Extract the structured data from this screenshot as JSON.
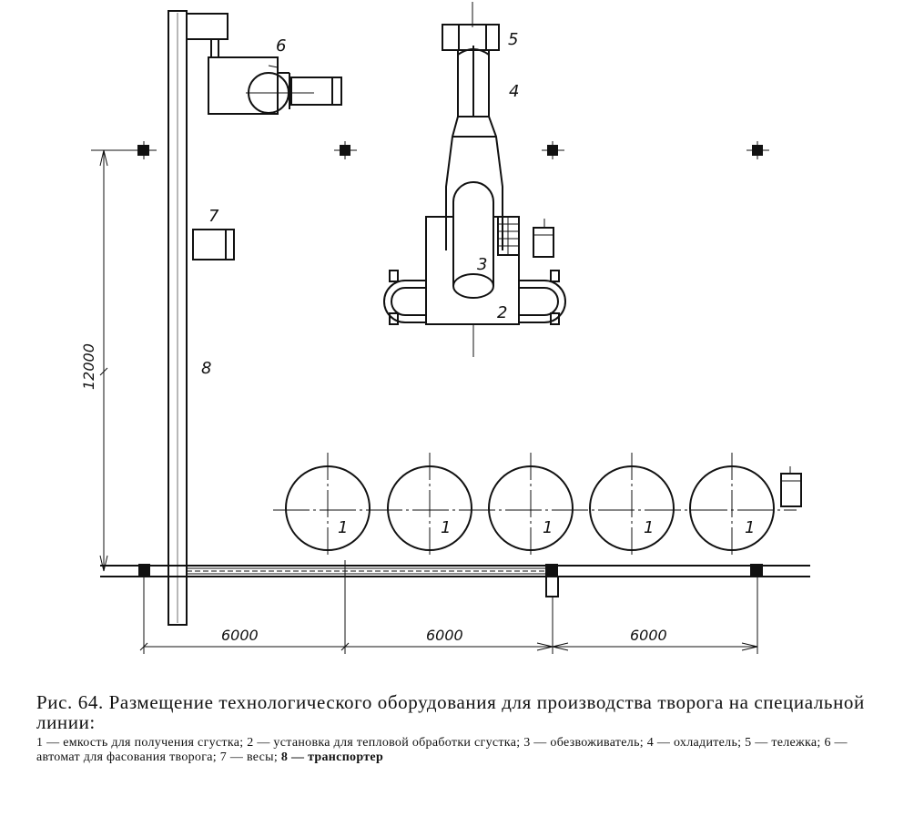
{
  "labels": {
    "l1": "1",
    "l2": "2",
    "l3": "3",
    "l4": "4",
    "l5": "5",
    "l6": "6",
    "l7": "7",
    "l8": "8"
  },
  "dimensions": {
    "vertical": "12000",
    "span1": "6000",
    "span2": "6000",
    "span3": "6000"
  },
  "caption": {
    "title": "Рис. 64. Размещение технологического оборудования для производства творога на специальной линии:",
    "legend_parts": [
      "1 — емкость для получения сгустка; ",
      "2 — установка для тепловой обработки сгустка; ",
      "3 — обезвоживатель; ",
      "4 — охладитель; ",
      "5 — тележка; ",
      "6 — автомат для фасования творога; ",
      "7 — весы; ",
      "8 — транспортер"
    ]
  }
}
